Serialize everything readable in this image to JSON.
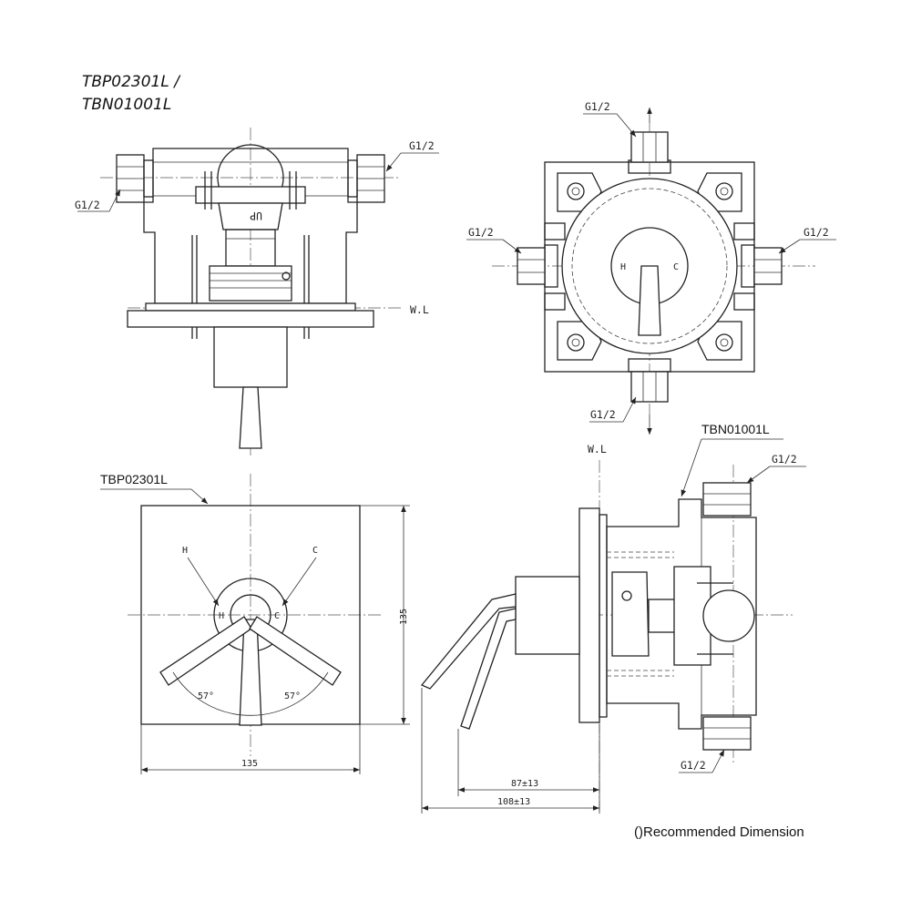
{
  "title": {
    "line1": "TBP02301L /",
    "line2": "TBN01001L"
  },
  "labels": {
    "pipe_thread": "G1/2",
    "water_level": "W.L",
    "up_mark": "UP",
    "hot": "H",
    "cold": "C",
    "plate_model": "TBP02301L",
    "body_model": "TBN01001L"
  },
  "dimensions": {
    "plate_width": "135",
    "plate_height": "135",
    "angle_left": "57°",
    "angle_right": "57°",
    "depth_short": "87±13",
    "depth_long": "108±13"
  },
  "note": "()Recommended Dimension"
}
